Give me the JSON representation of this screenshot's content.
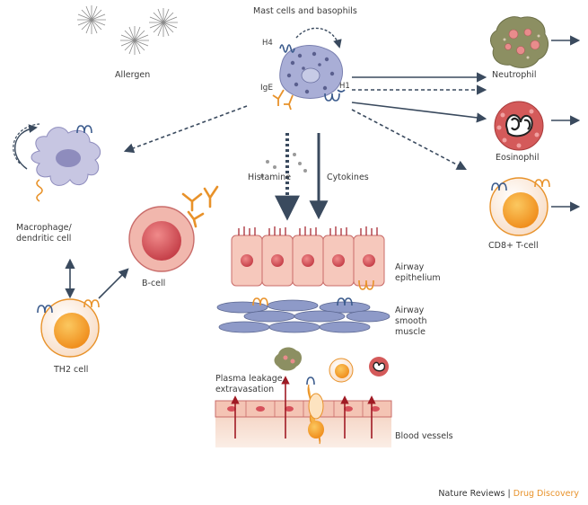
{
  "labels": {
    "allergen": "Allergen",
    "mast_cells": "Mast cells and basophils",
    "h4": "H4",
    "ige": "IgE",
    "h1": "H1",
    "neutrophil": "Neutrophil",
    "eosinophil": "Eosinophil",
    "cd8": "CD8+ T-cell",
    "macrophage": "Macrophage/ dendritic cell",
    "bcell": "B-cell",
    "th2": "TH2 cell",
    "histamine": "Histamine",
    "cytokines": "Cytokines",
    "airway_epithelium": "Airway epithelium",
    "airway_smooth_muscle": "Airway smooth muscle",
    "plasma_leakage": "Plasma leakage, extravasation",
    "blood_vessels": "Blood vessels"
  },
  "credit": {
    "journal": "Nature Reviews",
    "separator": " | ",
    "section": "Drug Discovery"
  },
  "colors": {
    "arrow": "#3a4a5e",
    "receptor_blue": "#3a5a8c",
    "receptor_orange": "#e8922a",
    "mast_cell": "#a9aed6",
    "epithelium": "#f6c8bc",
    "nucleus": "#d6505a",
    "muscle": "#8e9ac8",
    "blood_vessel": "#eec2b0",
    "red_arrow": "#a01a24",
    "th2_nucleus": "#f5a021"
  }
}
